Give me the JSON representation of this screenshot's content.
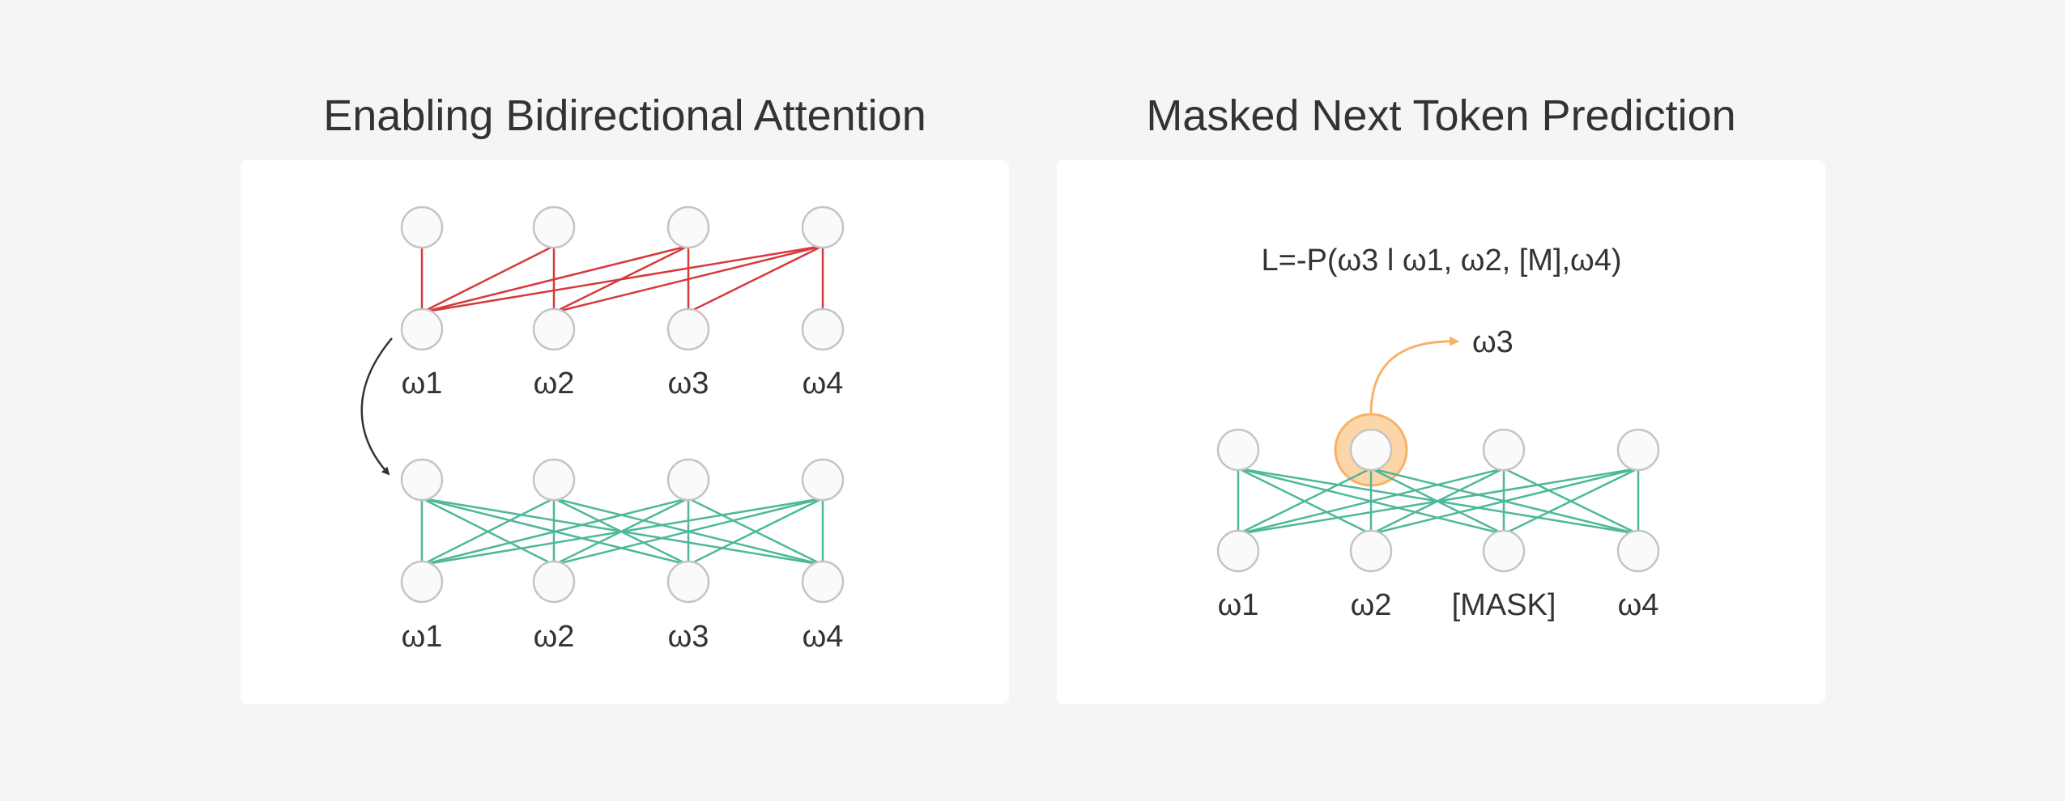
{
  "panels": [
    {
      "title": "Enabling Bidirectional Attention",
      "diagrams": [
        {
          "id": "causal",
          "labels": [
            "ω1",
            "ω2",
            "ω3",
            "ω4"
          ],
          "edge_color": "#d6393c",
          "attention": "causal"
        },
        {
          "id": "bidirectional",
          "labels": [
            "ω1",
            "ω2",
            "ω3",
            "ω4"
          ],
          "edge_color": "#4db89a",
          "attention": "bidirectional"
        }
      ]
    },
    {
      "title": "Masked Next Token Prediction",
      "formula": "L=-P(ω3 l ω1, ω2, [M],ω4)",
      "output_label": "ω3",
      "highlight_color": "#f7b266",
      "diagrams": [
        {
          "id": "masked",
          "labels": [
            "ω1",
            "ω2",
            "[MASK]",
            "ω4"
          ],
          "edge_color": "#4db89a",
          "attention": "bidirectional",
          "highlighted_node": 1
        }
      ]
    }
  ],
  "colors": {
    "background": "#f5f5f5",
    "panel": "#ffffff",
    "node_fill": "#fafafa",
    "node_stroke": "#c4c4c4",
    "arrow": "#333333"
  }
}
